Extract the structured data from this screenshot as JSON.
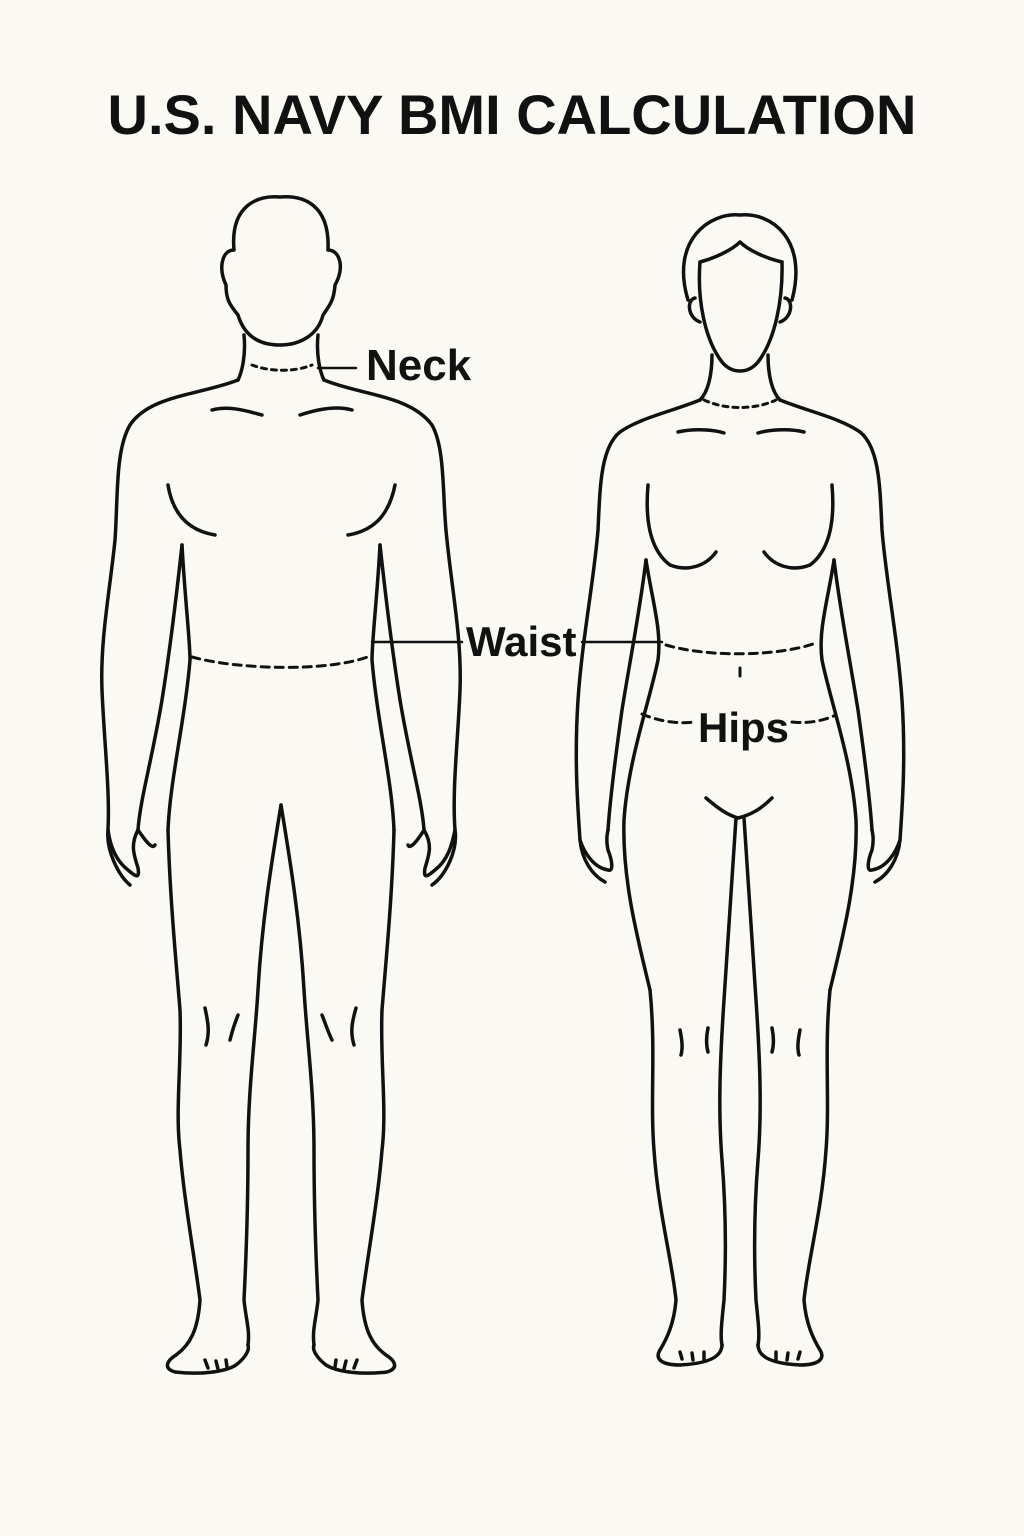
{
  "title": "U.S. NAVY BMI CALCULATION",
  "labels": {
    "neck": "Neck",
    "waist": "Waist",
    "hips": "Hips"
  },
  "colors": {
    "background": "#fbf9f4",
    "line": "#111111"
  }
}
